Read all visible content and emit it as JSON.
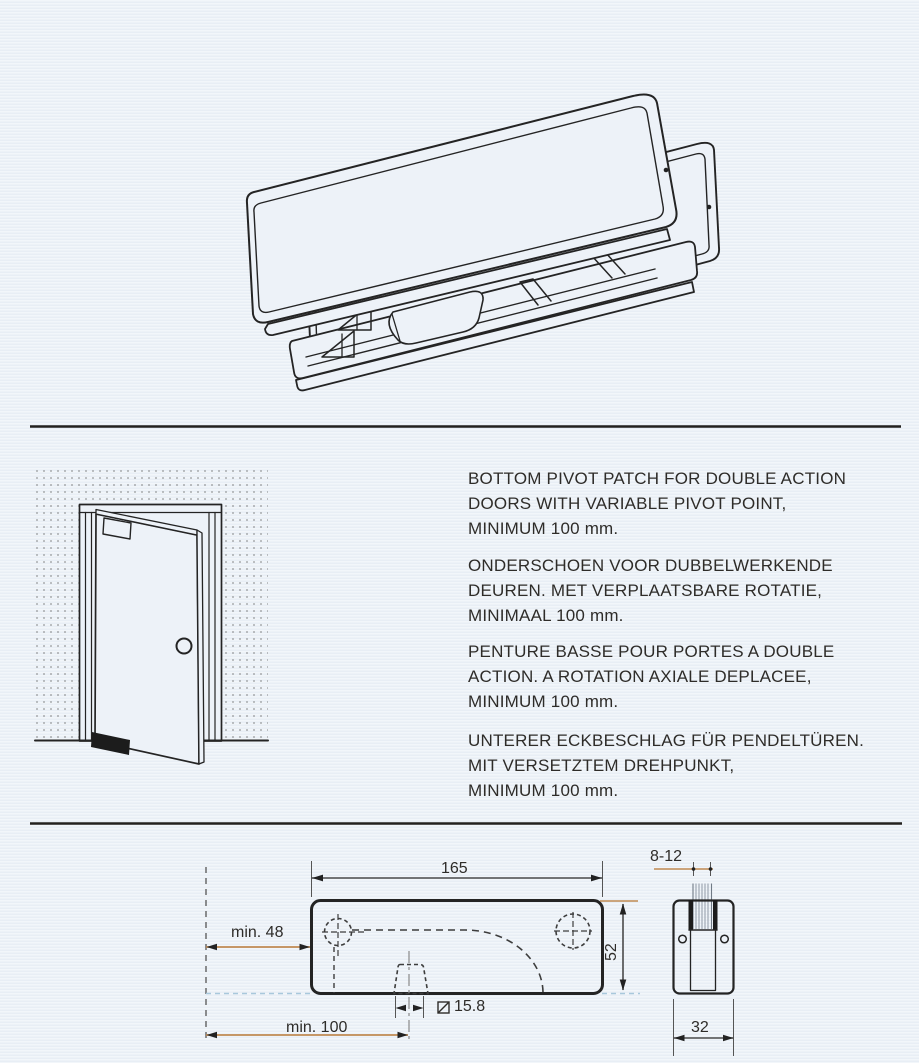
{
  "descriptions": [
    {
      "lines": [
        "BOTTOM PIVOT PATCH FOR DOUBLE ACTION",
        "DOORS WITH VARIABLE PIVOT POINT,",
        "MINIMUM 100 mm."
      ]
    },
    {
      "lines": [
        "ONDERSCHOEN VOOR DUBBELWERKENDE",
        "DEUREN. MET VERPLAATSBARE ROTATIE,",
        "MINIMAAL 100 mm."
      ]
    },
    {
      "lines": [
        "PENTURE BASSE POUR PORTES A DOUBLE",
        "ACTION. A ROTATION AXIALE DEPLACEE,",
        "MINIMUM 100 mm."
      ]
    },
    {
      "lines": [
        "UNTERER ECKBESCHLAG FÜR PENDELTÜREN.",
        "MIT VERSETZTEM DREHPUNKT,",
        "MINIMUM 100 mm."
      ]
    }
  ],
  "dimensions": {
    "patch_width": "165",
    "min_edge_distance": "min. 48",
    "patch_height": "52",
    "spindle_square": "15.8",
    "min_pivot_distance": "min. 100",
    "glass_thickness": "8-12",
    "patch_depth": "32"
  },
  "icons": {
    "square_section": "square-with-rising-diagonal"
  },
  "colors": {
    "paper": "#edf2f8",
    "ink": "#242424",
    "dim_tan": "#c08a52",
    "dim_blue": "#a8c8dc",
    "text": "#2e2c29"
  }
}
